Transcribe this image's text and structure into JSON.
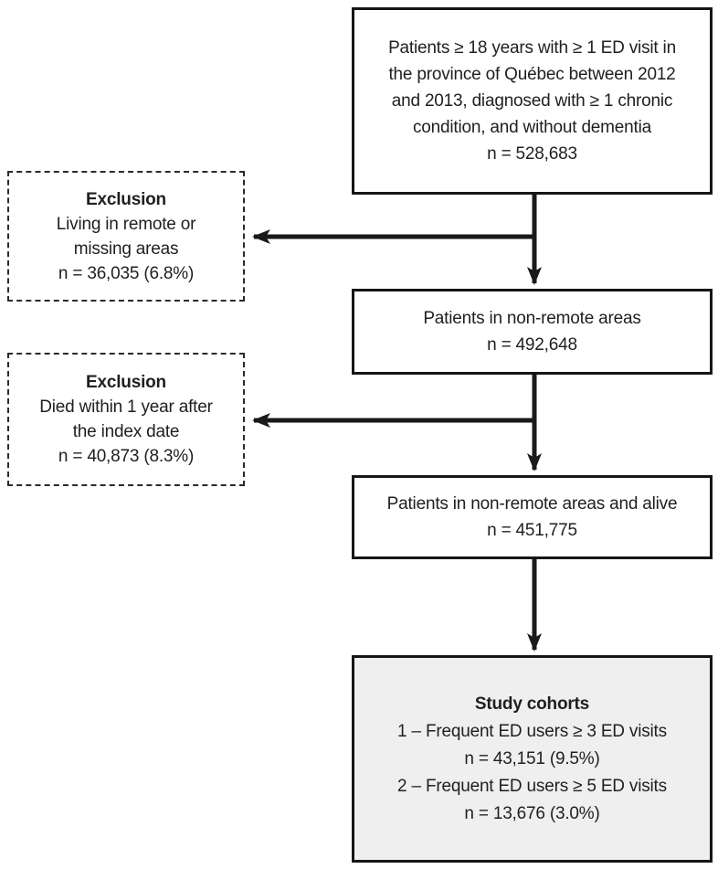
{
  "boxes": {
    "eligible": {
      "lines": [
        "Patients ≥ 18 years with ≥ 1 ED visit in",
        "the province of Québec between 2012",
        "and 2013, diagnosed with ≥ 1 chronic",
        "condition, and without dementia",
        "n = 528,683"
      ]
    },
    "exclusion_remote": {
      "title": "Exclusion",
      "lines": [
        "Living in remote or",
        "missing areas",
        "n = 36,035 (6.8%)"
      ]
    },
    "nonremote": {
      "lines": [
        "Patients in non-remote areas",
        "n = 492,648"
      ]
    },
    "exclusion_died": {
      "title": "Exclusion",
      "lines": [
        "Died within 1 year after",
        "the index date",
        "n = 40,873 (8.3%)"
      ]
    },
    "alive": {
      "lines": [
        "Patients in non-remote areas and alive",
        "n = 451,775"
      ]
    },
    "cohorts": {
      "title": "Study cohorts",
      "lines": [
        "1 – Frequent ED users ≥ 3 ED visits",
        "n = 43,151 (9.5%)",
        "2 – Frequent ED users ≥ 5 ED visits",
        "n = 13,676 (3.0%)"
      ]
    }
  },
  "colors": {
    "line": "#1a1a1a",
    "text": "#1f1f1f",
    "border_solid": "#161616",
    "border_dashed": "#2a2a2a",
    "cohort_box_fill": "#f0efef",
    "background": "#ffffff"
  }
}
